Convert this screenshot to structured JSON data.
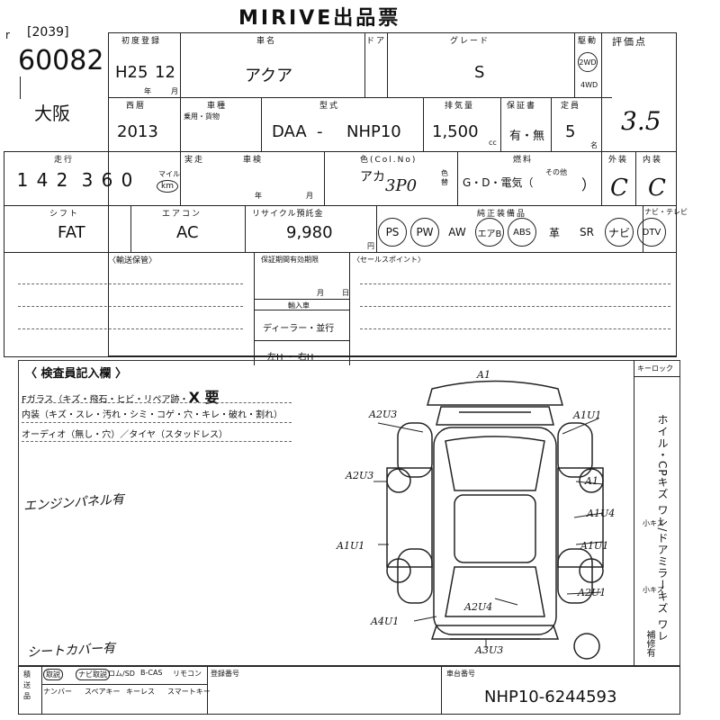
{
  "header": {
    "title": "MIRIVE出品票",
    "lot_prefix": "r",
    "lot_code": "[2039]",
    "lot_number": "60082",
    "location": "大阪"
  },
  "labels": {
    "first_reg": "初度登録",
    "car_name": "車名",
    "door": "ドア",
    "grade": "グレード",
    "drive": "駆動",
    "score": "評価点",
    "year_unit": "年",
    "month_unit": "月",
    "western_year": "西暦",
    "vehicle_type": "車種",
    "type_note": "乗用・貨物",
    "model": "型式",
    "displacement": "排気量",
    "warranty": "保証書",
    "capacity": "定員",
    "mileage": "走行",
    "actual": "実走",
    "inspection": "車検",
    "color": "色(Col.No)",
    "color_change": "色替",
    "fuel": "燃料",
    "fuel_other": "その他",
    "exterior": "外装",
    "interior": "内装",
    "shift": "シフト",
    "aircon": "エアコン",
    "recycle": "リサイクル預託金",
    "options": "純正装備品",
    "navi_tv": "ナビ・テレビ",
    "yen": "円",
    "cc": "cc",
    "person": "名",
    "mile": "マイル",
    "km": "km",
    "transport": "〈輸送保管〉",
    "warranty_period": "保証期間有効期限",
    "import_date": "輸入車",
    "dealer": "ディーラー・並行",
    "handle": "左H ・ 右H",
    "sales_point": "〈セールスポイント〉",
    "inspector_title": "〈 検査員記入欄 〉",
    "windshield": "Fガラス（キズ・飛石・ヒビ・リペア跡・",
    "interior_notes": "内装（キズ・スレ・汚れ・シミ・コゲ・穴・キレ・破れ・割れ）",
    "audio_tire": "オーディオ（無し・穴）／タイヤ（スタッドレス）",
    "key_lock": "キーロック",
    "right_column": "ホイル・CPキズ ワレ/ドアミラーキズ ワレ",
    "reg_number": "登録番号",
    "chassis_number": "車台番号",
    "misc_label": "積送品",
    "fuel_types": "G・D・電気（",
    "fuel_close": "）"
  },
  "vehicle": {
    "first_reg": "H25",
    "first_reg_month": "12",
    "car_name": "アクア",
    "grade": "S",
    "drive_2wd": "2WD",
    "drive_4wd": "4WD",
    "score": "3.5",
    "western_year": "2013",
    "model_prefix": "DAA",
    "model_dash": "-",
    "model_code": "NHP10",
    "displacement": "1,500",
    "warranty": "有・無",
    "capacity": "5",
    "mileage_digits": [
      "1",
      "4",
      "2",
      "3",
      "6",
      "0"
    ],
    "color": "アカ",
    "color_code": "3P0",
    "exterior_grade": "C",
    "interior_grade": "C",
    "shift": "FAT",
    "aircon": "AC",
    "recycle": "9,980",
    "chassis": "NHP10-6244593"
  },
  "options": [
    "PS",
    "PW",
    "AW",
    "エアB",
    "ABS",
    "革",
    "SR",
    "ナビ",
    "DTV"
  ],
  "options_circled": [
    "PS",
    "PW",
    "エアB",
    "ABS",
    "ナビ",
    "DTV"
  ],
  "notes": {
    "windshield_mark": "X 要",
    "handwritten_1": "エンジンパネル有",
    "handwritten_2": "シートカバー有",
    "right_note_1": "小キズ",
    "right_note_2": "小キズ",
    "right_note_3": "補修有"
  },
  "diagram_marks": {
    "a2u3": "A2U3",
    "a1u1_top": "A1U1",
    "a2u3_left": "A2U3",
    "a1_right": "A1",
    "a1u4": "A1U4",
    "a1u1_left": "A1U1",
    "a1u1_right": "A1U1",
    "a2u4": "A2U4",
    "a2u1": "A2U1",
    "a4u1": "A4U1",
    "a3u3": "A3U3",
    "a1_top": "A1"
  },
  "accessories": [
    "取説",
    "ナビ取説",
    "ロム/SD",
    "B-CAS",
    "リモコン",
    "ナンバー",
    "スペアキー",
    "キーレス",
    "スマートキー"
  ]
}
